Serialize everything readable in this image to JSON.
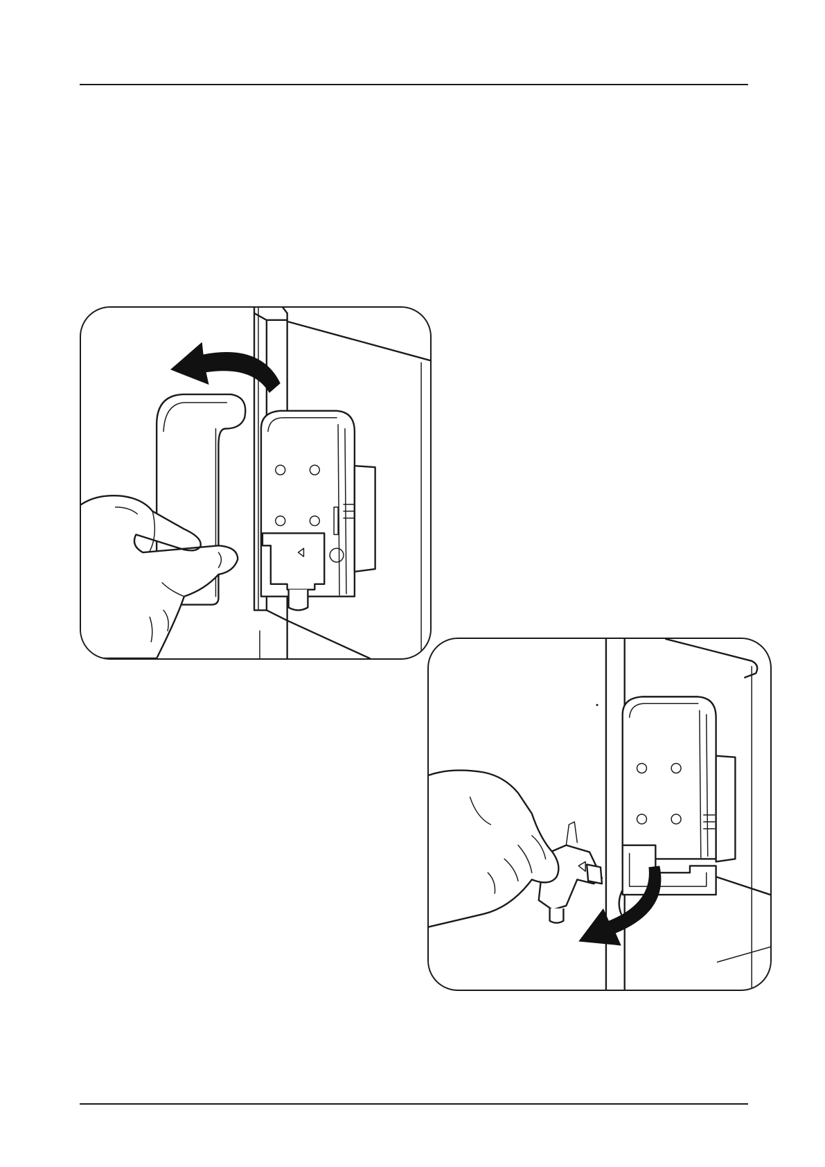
{
  "page": {
    "header_rule": true,
    "footer_rule": true
  },
  "figures": [
    {
      "id": "step-1",
      "depicts": "hand-opening-door-handle",
      "arrow": "curved-arrow-left",
      "line_color": "#1a1a1a"
    },
    {
      "id": "step-2",
      "depicts": "hand-pulling-lock-cylinder-down",
      "arrow": "curved-arrow-down",
      "line_color": "#1a1a1a"
    }
  ]
}
